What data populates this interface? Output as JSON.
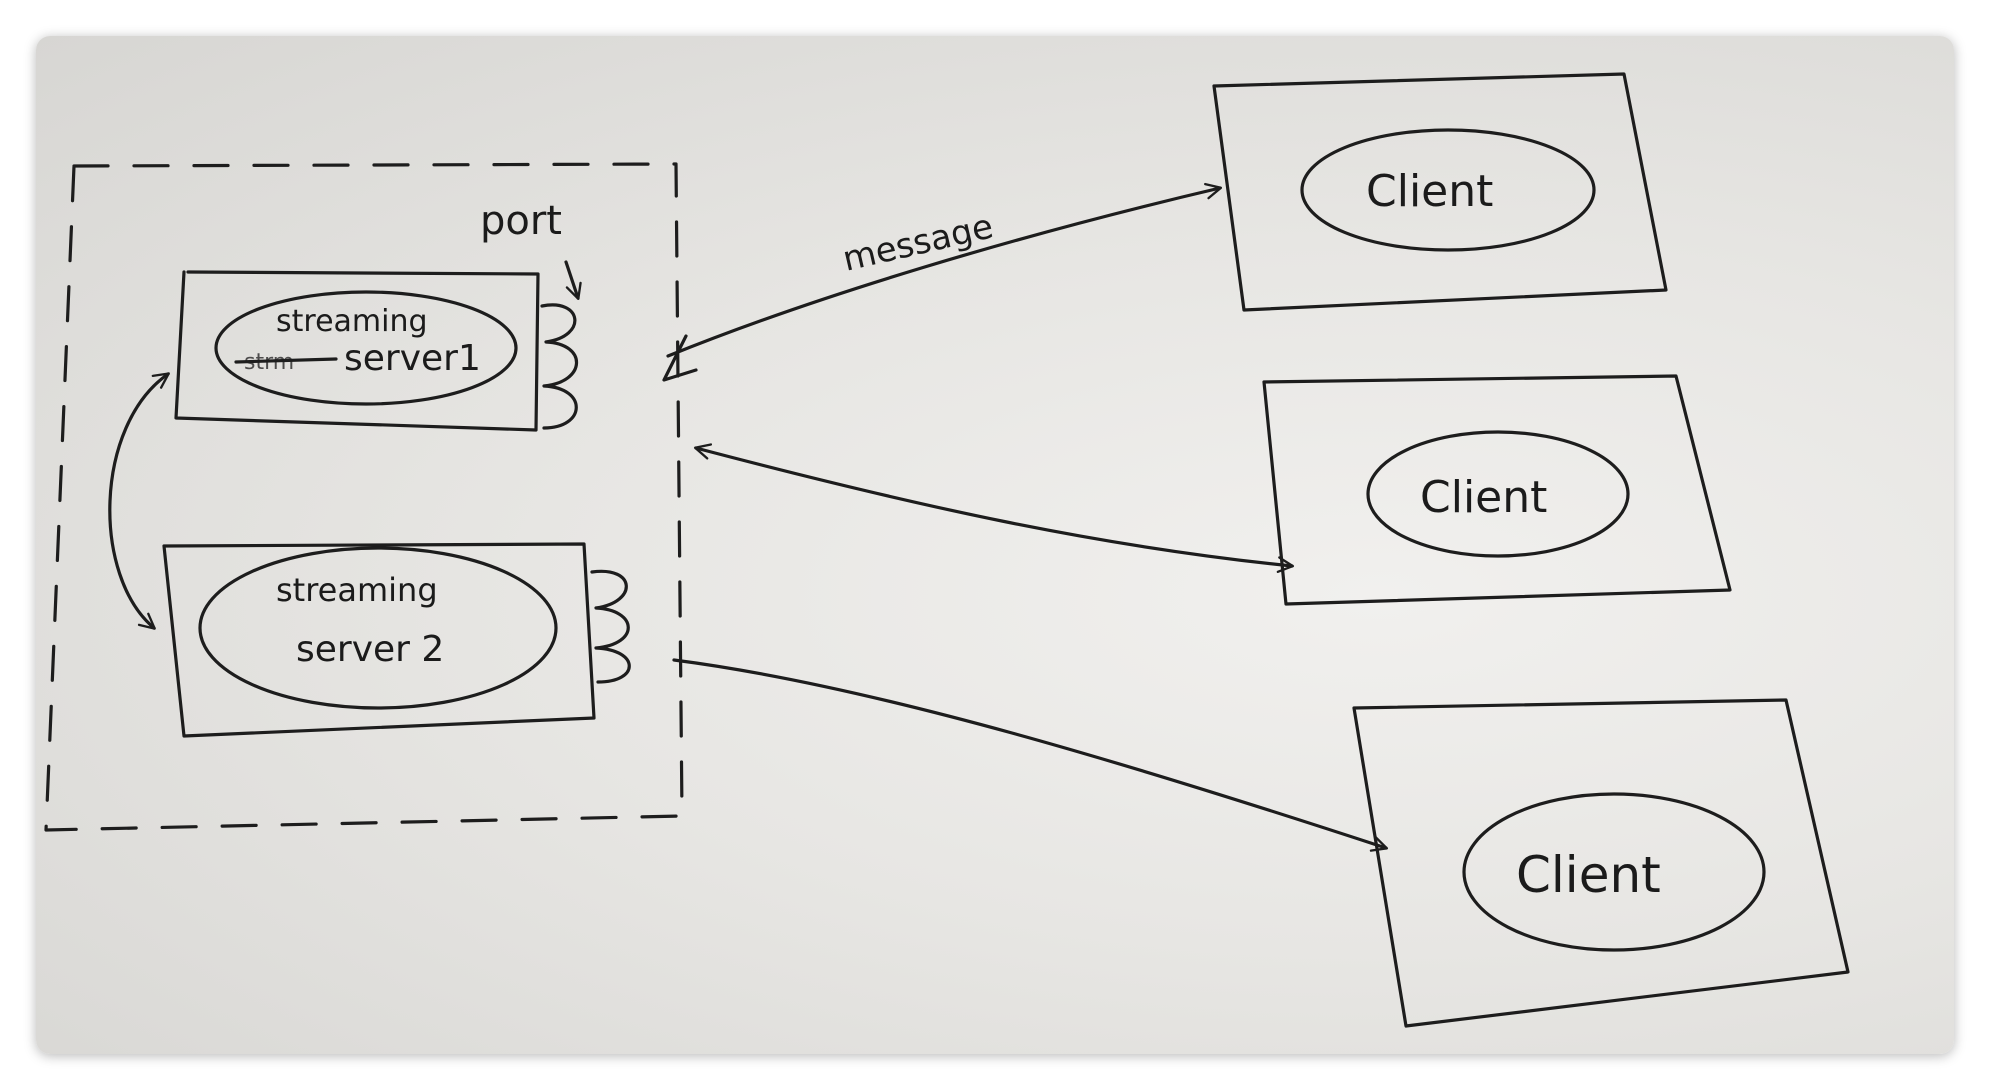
{
  "diagram": {
    "port_label": "port",
    "message_label": "message",
    "servers": [
      {
        "label_line1": "streaming",
        "label_line2": "server1"
      },
      {
        "label_line1": "streaming",
        "label_line2": "server 2"
      }
    ],
    "clients": [
      {
        "label": "Client"
      },
      {
        "label": "Client"
      },
      {
        "label": "Client"
      }
    ]
  }
}
